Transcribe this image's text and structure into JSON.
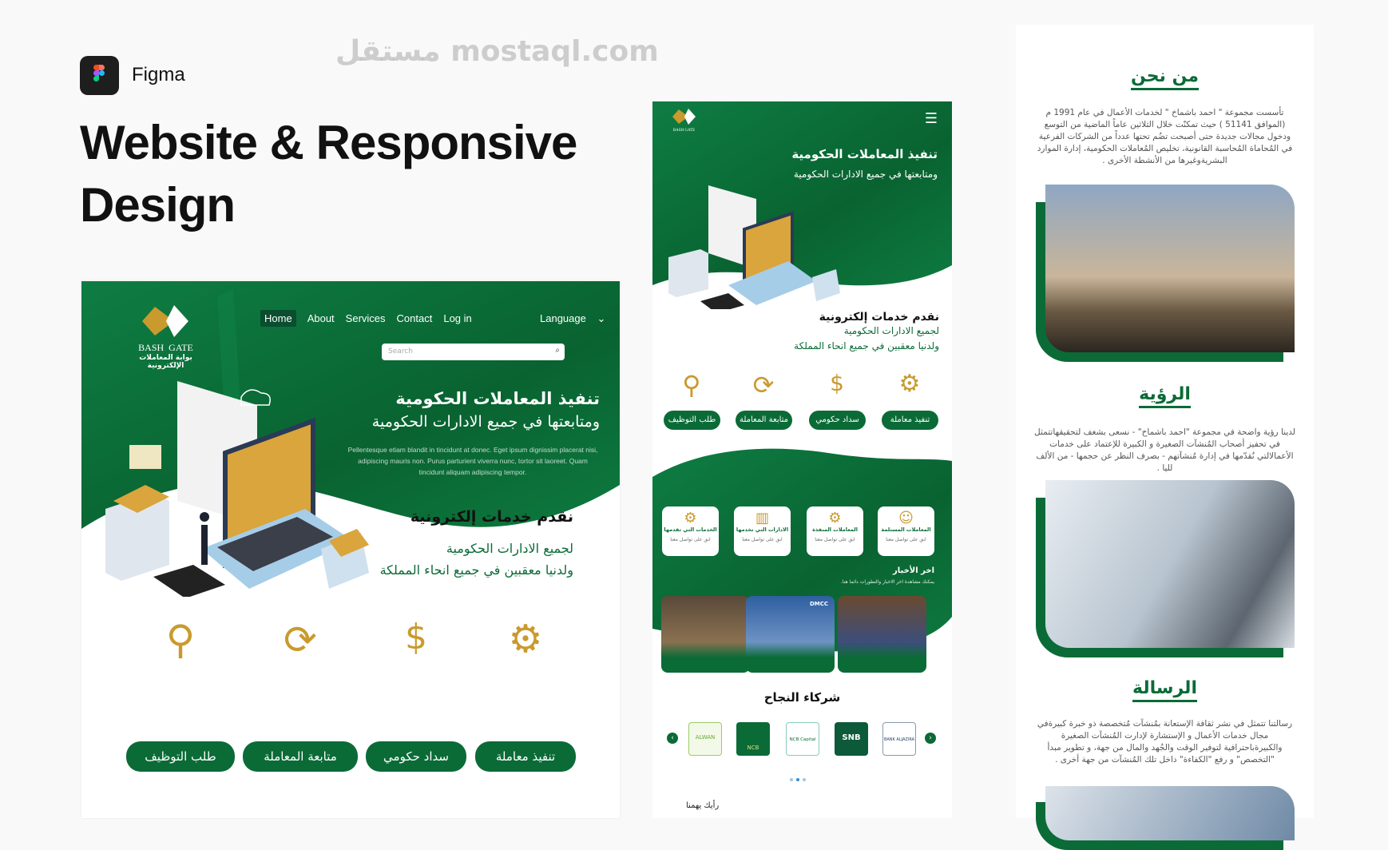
{
  "brand": {
    "app": "Figma",
    "title_line1": "Website & Responsive",
    "title_line2": "Design"
  },
  "desktop": {
    "logo": {
      "en_left": "BASH",
      "en_right": "GATE",
      "ar": "بوابة المعاملات الإلكترونية"
    },
    "nav": [
      {
        "label": "Home",
        "active": true
      },
      {
        "label": "About"
      },
      {
        "label": "Services"
      },
      {
        "label": "Contact"
      },
      {
        "label": "Log in"
      }
    ],
    "language": "Language",
    "search_placeholder": "Search",
    "headline": "تنفيذ المعاملات الحكومية",
    "subheadline": "ومتابعتها في جميع الادارات الحكومية",
    "lorem": "Pellentesque etiam blandit in tincidunt at donec. Eget ipsum dignissim placerat nisi, adipiscing mauris non. Purus parturient viverra nunc, tortor sit laoreet. Quam tincidunt aliquam adipiscing tempor.",
    "services_title": "نقدم خدمات إلكترونية",
    "services_line1": "لجميع الادارات الحكومية",
    "services_line2": "ولدنيا معقبين في جميع انحاء المملكة",
    "actions": [
      {
        "label": "طلب التوظيف",
        "icon": "job-search-icon"
      },
      {
        "label": "متابعة المعاملة",
        "icon": "gear-cycle-icon"
      },
      {
        "label": "سداد حكومي",
        "icon": "hand-dollar-icon"
      },
      {
        "label": "تنفيذ معاملة",
        "icon": "hand-gear-icon"
      }
    ]
  },
  "mobile": {
    "headline": "تنفيذ المعاملات الحكومية",
    "subheadline": "ومتابعتها في جميع الادارات الحكومية",
    "services_title": "نقدم خدمات إلكترونية",
    "services_line1": "لجميع الادارات الحكومية",
    "services_line2": "ولدنيا معقبين في جميع انحاء المملكة",
    "actions": [
      "طلب التوظيف",
      "متابعة المعاملة",
      "سداد حكومي",
      "تنفيذ معاملة"
    ],
    "stats": [
      {
        "title": "الخدمات التي تقدمها",
        "sub": "ابق على تواصل معنا"
      },
      {
        "title": "الادارات التي تخدمها",
        "sub": "ابق على تواصل معنا"
      },
      {
        "title": "المعاملات المنفذة",
        "sub": "ابق على تواصل معنا"
      },
      {
        "title": "المعاملات المستلمة",
        "sub": "ابق على تواصل معنا"
      }
    ],
    "news_title": "اخر الأخبار",
    "news_sub": "يمكنك مشاهدة اخر الاخبار والتطورات دائما هنا.",
    "news_badge": "DMCC",
    "partners_title": "شركاء النجاح",
    "partners": [
      "ALWAN",
      "NCB",
      "NCB Capital",
      "SNB",
      "BANK ALJAZIRA"
    ],
    "feedback": "رأيك يهمنا",
    "watermark": "مستقل mostaql.com"
  },
  "about": {
    "who_title": "من نحن",
    "who_text": "تأسست مجموعة \" احمد باشماخ \" لخدمات الأعمال في عام 1991 م (الموافق 51141 ) حيث تمكنّت خلال الثلاثين عاماً الماضية من التوسع ودخول مجالات جديدة حتى أصبحت تضُم تحتها عدداً من الشركات الفرعية في المُحاماة المُحاسبة القانونية، تخليص المُعاملات الحكومية، إدارة الموارد البشريةوغيرها من الأنشطة الأخرى .",
    "vision_title": "الرؤية",
    "vision_text": "لدينا رؤية واضحة في مجموعة \"احمد باشماخ\" - نسعى بشغف لتحقيقهاتتمثل في تحفيز أصحاب المُنشآت الصغيرة و الكبيرة للإعتماد على خدمات الأعمالالتي نُقدّمها في إدارة مُنشآتهم - بصرف النظر عن حجمها - من الألف لليا .",
    "mission_title": "الرسالة",
    "mission_text": "رسالتنا تتمثل في نشر ثقافة الإستعانة بمُنشآت مُتخصصة ذو خبرة كبيرةفي مجال خدمات الأعمال و الإستشارة لإدارت المُنشآت الصغيرة والكبيرةباحترافية لتوفير الوقت والجُهد والمال من جهة، و تطوير مبدأ \"التخصص\" و رفع \"الكفاءة\" داخل تلك المُنشآت من جهة أخرى ."
  },
  "colors": {
    "green": "#0b6b37",
    "gold": "#c99a2e"
  }
}
